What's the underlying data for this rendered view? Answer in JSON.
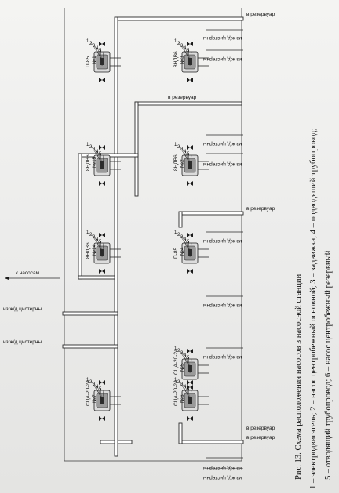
{
  "caption": {
    "line1": "Рис. 13. Схема расположения насосов в насосной станции",
    "line2": "1 – электродвигатель; 2 – насос центробежный основной; 3 – задвижка; 4 – подводящий трубопровод;",
    "line3": "5 – отводящий трубопровод; 6 – насос центробежный резервный"
  },
  "labels": {
    "to_reservoir": "в резервуар",
    "from_tank": "из ж/д цистерны",
    "to_pump": "к насосам"
  },
  "pumps": [
    {
      "model": "П-85",
      "number": "№1"
    },
    {
      "model": "8НДВ6",
      "number": "№3"
    },
    {
      "model": "8НДВ6",
      "number": "№15"
    },
    {
      "model": "8НДВ6",
      "number": "№2"
    },
    {
      "model": "8НДВ6",
      "number": "№14"
    },
    {
      "model": "П-85",
      "number": "№4"
    },
    {
      "model": "СЦА-20-24",
      "number": "№5"
    },
    {
      "model": "СЦА-20-24",
      "number": "№7"
    },
    {
      "model": "СЦА-20-24",
      "number": "№6"
    }
  ],
  "pump_part_numbers": [
    "1",
    "2",
    "3",
    "4",
    "5",
    "6"
  ]
}
